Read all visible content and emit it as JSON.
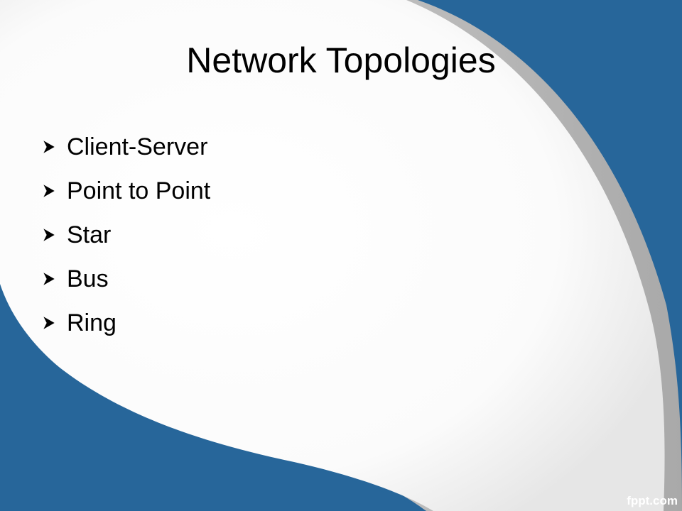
{
  "slide": {
    "title": "Network Topologies",
    "bullets": [
      {
        "label": "Client-Server"
      },
      {
        "label": "Point to Point"
      },
      {
        "label": "Star"
      },
      {
        "label": "Bus"
      },
      {
        "label": "Ring"
      }
    ],
    "watermark": "fppt.com",
    "bullet_icon": "arrowhead-bullet-icon"
  },
  "colors": {
    "background_blue": "#27669a",
    "panel_white": "#ffffff",
    "panel_shadow": "#bcbcbc",
    "text": "#000000"
  }
}
